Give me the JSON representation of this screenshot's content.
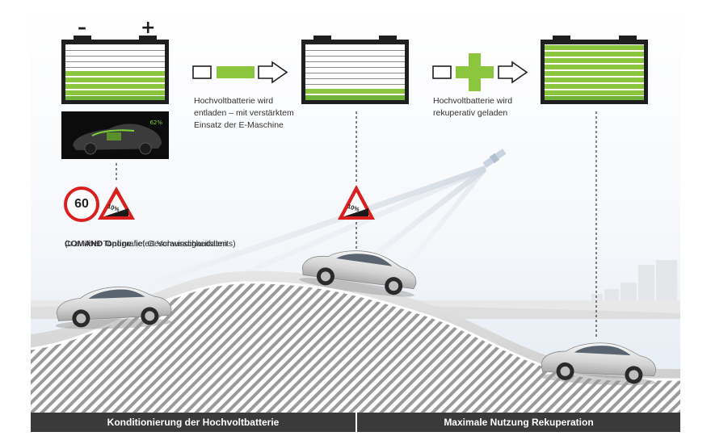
{
  "texts": {
    "discharge": "Hochvoltbatterie wird\nentladen – mit verstärktem\nEinsatz der E-Maschine",
    "recharge": "Hochvoltbatterie wird\nrekuperativ geladen",
    "comand_bold": "COMAND Online",
    "comand_rest": " liefert Vorausschaudaten",
    "comand_sub": "(u.a. über Topografie, Geschwindigkeitslimits)"
  },
  "battery_terminals": {
    "minus": "–",
    "plus": "+"
  },
  "speed_limit": "60",
  "gradient_sign": "10%",
  "screen_readout": "62%",
  "bottom_bar": {
    "left": "Konditionierung der Hochvoltbatterie",
    "right": "Maximale Nutzung Rekuperation"
  },
  "colors": {
    "green": "#8cc63f",
    "dark_green": "#5fa22e",
    "red": "#d9201e",
    "battery_case": "#1f1f1f",
    "bar": "#3a3a3a",
    "sky_top": "#ffffff",
    "sky_bottom": "#e3eaf3"
  },
  "icons": [
    "minus-icon",
    "plus-icon",
    "arrow-right-icon",
    "plus-icon",
    "satellite-icon",
    "speed-limit-sign",
    "gradient-warning-sign",
    "car-icon"
  ]
}
